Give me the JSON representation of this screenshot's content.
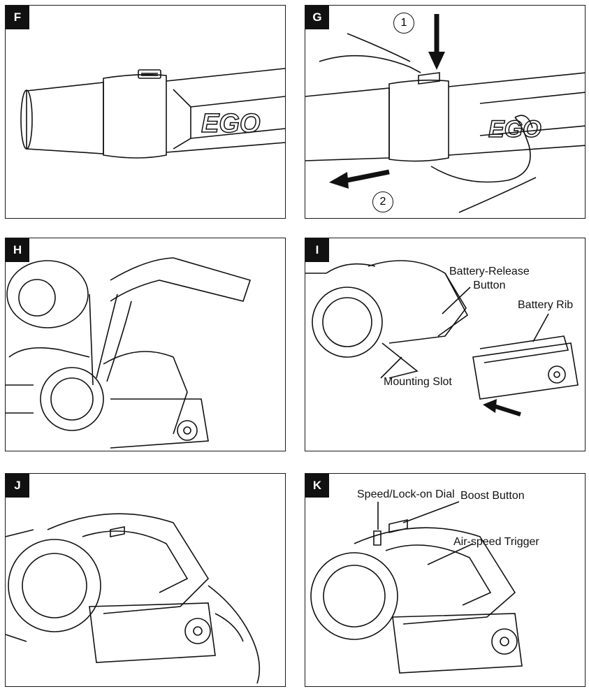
{
  "panels": {
    "f": {
      "tag": "F"
    },
    "g": {
      "tag": "G",
      "step1": "1",
      "step2": "2"
    },
    "h": {
      "tag": "H"
    },
    "i": {
      "tag": "I",
      "battery_release": "Battery-Release\nButton",
      "battery_rib": "Battery Rib",
      "mounting_slot": "Mounting Slot"
    },
    "j": {
      "tag": "J"
    },
    "k": {
      "tag": "K",
      "speed_dial": "Speed/Lock-on Dial",
      "boost_button": "Boost Button",
      "air_trigger": "Air-speed Trigger"
    }
  },
  "brand_mark": "EGO"
}
